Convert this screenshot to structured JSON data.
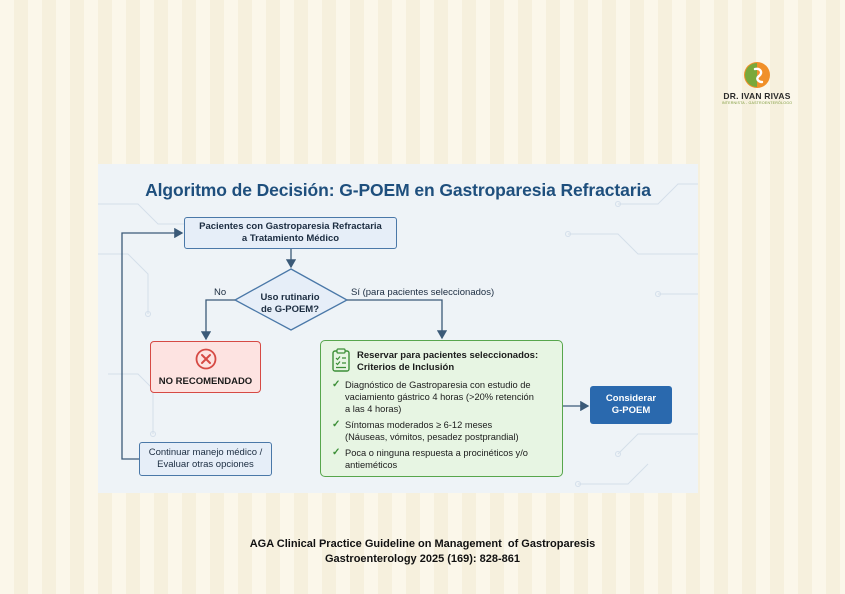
{
  "logo": {
    "name": "DR. IVAN RIVAS",
    "subtitle": "INTERNISTA - GASTROENTERÓLOGO",
    "colors": {
      "orange": "#f0902a",
      "green": "#7aa83a"
    }
  },
  "diagram": {
    "title": "Algoritmo de Decisión: G-POEM en Gastroparesia Refractaria",
    "start_node": {
      "line1": "Pacientes con Gastroparesia Refractaria",
      "line2": "a Tratamiento Médico"
    },
    "decision": {
      "line1": "Uso rutinario",
      "line2": "de G-POEM?"
    },
    "branch_no_label": "No",
    "branch_yes_label": "Sí (para pacientes seleccionados)",
    "not_recommended": {
      "label": "NO RECOMENDADO",
      "icon": "x-circle-icon"
    },
    "continue_node": {
      "line1": "Continuar manejo médico /",
      "line2": "Evaluar otras opciones"
    },
    "inclusion": {
      "title_line1": "Reservar para pacientes seleccionados:",
      "title_line2": "Criterios de Inclusión",
      "icon": "clipboard-checklist-icon",
      "criteria": [
        {
          "line1": "Diagnóstico de Gastroparesia con estudio de",
          "line2": "vaciamiento gástrico 4 horas (>20% retención",
          "line3": "a las 4 horas)"
        },
        {
          "line1": "Síntomas moderados ≥ 6-12 meses",
          "line2": "(Náuseas, vómitos, pesadez postprandial)"
        },
        {
          "line1": "Poca o ninguna respuesta a procinéticos y/o",
          "line2": "antieméticos"
        }
      ],
      "check_glyph": "✓"
    },
    "outcome": {
      "line1": "Considerar",
      "line2": "G-POEM"
    },
    "colors": {
      "title": "#1e4f7d",
      "blue_node": "#4a78a8",
      "red_node": "#d64a44",
      "green_node": "#57a64c",
      "outcome": "#2a69ae"
    }
  },
  "citation": {
    "line1": "AGA Clinical Practice Guideline on Management  of Gastroparesis",
    "line2": "Gastroenterology 2025 (169): 828-861"
  }
}
